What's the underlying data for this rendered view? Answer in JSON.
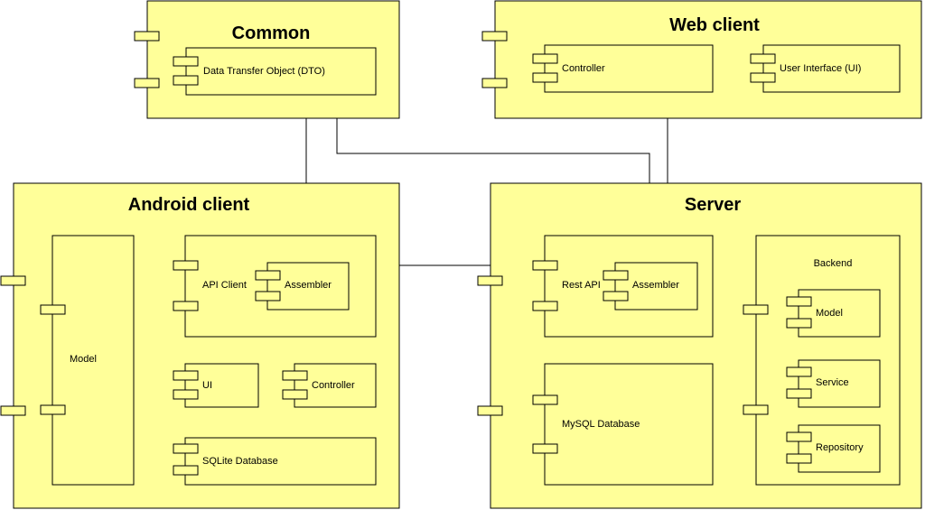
{
  "packages": {
    "common": {
      "title": "Common"
    },
    "web_client": {
      "title": "Web client"
    },
    "android_client": {
      "title": "Android client"
    },
    "server": {
      "title": "Server"
    }
  },
  "components": {
    "dto": "Data Transfer Object (DTO)",
    "web_controller": "Controller",
    "web_ui": "User Interface (UI)",
    "android_model": "Model",
    "android_api_client": "API Client",
    "android_assembler": "Assembler",
    "android_ui": "UI",
    "android_controller": "Controller",
    "android_sqlite": "SQLite Database",
    "server_rest_api": "Rest API",
    "server_assembler": "Assembler",
    "server_mysql": "MySQL Database",
    "backend": "Backend",
    "backend_model": "Model",
    "backend_service": "Service",
    "backend_repository": "Repository"
  },
  "colors": {
    "fill": "#ffff99",
    "stroke": "#000000"
  }
}
